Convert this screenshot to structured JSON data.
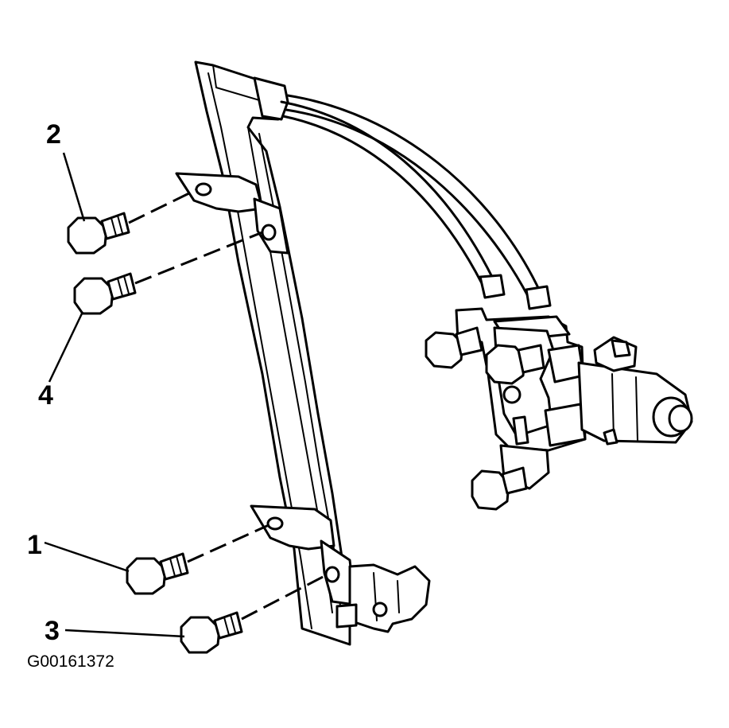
{
  "figure": {
    "figure_id": "G00161372"
  },
  "callouts": [
    {
      "number": "1",
      "part": "bolt"
    },
    {
      "number": "2",
      "part": "bolt"
    },
    {
      "number": "3",
      "part": "bolt"
    },
    {
      "number": "4",
      "part": "bolt"
    }
  ],
  "colors": {
    "ink": "#000000",
    "background": "#ffffff"
  }
}
